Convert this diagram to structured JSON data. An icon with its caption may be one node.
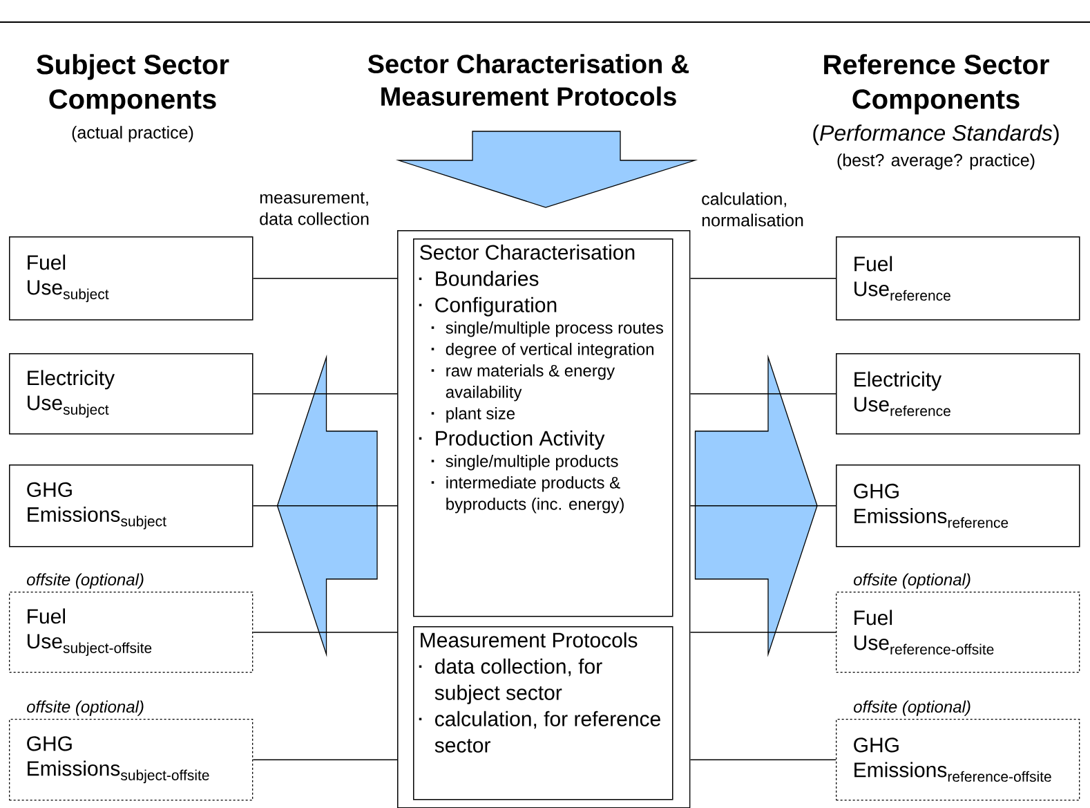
{
  "diagram": {
    "nodes": [
      {
        "text": [],
        "shape": "box"
      },
      {
        "text": [
          "Sector Characterisation",
          "Boundaries",
          "Configuration",
          "single/multiple process routes",
          "degree of vertical integration",
          "raw materials & energy availability",
          "plant size",
          "Production Activity",
          "single/multiple products",
          "intermediate products & byproducts (inc. energy)"
        ],
        "in": 0
      },
      {
        "text": [
          "Measurement Protocols",
          "data collection, for subject sector",
          "calculation, for reference sector"
        ],
        "in": 0
      },
      {
        "text": [
          "\\text{Fuel}\\allowbreak\\ \\text{Use}_{\\text{subject}}"
        ]
      },
      {
        "text": [
          "\\text{Electricity}\\allowbreak\\ \\text{Use}_{\\text{subject}}"
        ]
      },
      {
        "text": [
          "\\text{GHG}\\allowbreak\\ \\text{Emissions}_{\\text{subject}}"
        ]
      },
      {
        "text": [
          "offsite (optional)",
          "\\text{Fuel}\\allowbreak\\ \\text{Use}_{\\text{subject-offsite}}"
        ]
      },
      {
        "text": [
          "offsite (optional)",
          "\\text{GHG}\\allowbreak\\ \\text{Emissions}_{\\text{subject-offsite}}"
        ]
      },
      {
        "text": [
          "\\text{Fuel}\\allowbreak\\ \\text{Use}_{\\text{reference}}"
        ]
      },
      {
        "text": [
          "\\text{Electricity}\\allowbreak\\ \\text{Use}_{\\text{reference}}"
        ]
      },
      {
        "text": [
          "\\text{GHG}\\allowbreak\\ \\text{Emissions}_{\\text{reference}}"
        ]
      },
      {
        "text": [
          "offsite (optional)",
          "\\text{Fuel}\\allowbreak\\ \\text{Use}_{\\text{reference-offsite}}"
        ]
      },
      {
        "text": [
          "offsite (optional)",
          "\\text{GHG}\\allowbreak\\ \\text{Emissions}_{\\text{reference-offsite}}"
        ]
      }
    ],
    "edges": [
      {
        "from": 3,
        "to": 0,
        "arrow": "none"
      },
      {
        "from": 4,
        "to": 0,
        "arrow": "none"
      },
      {
        "from": 5,
        "to": 0,
        "arrow": "none"
      },
      {
        "from": 6,
        "to": 0,
        "arrow": "none"
      },
      {
        "from": 7,
        "to": 0,
        "arrow": "none"
      },
      {
        "from": 0,
        "to": 8,
        "arrow": "none"
      },
      {
        "from": 0,
        "to": 9,
        "arrow": "none"
      },
      {
        "from": 0,
        "to": 10,
        "arrow": "none"
      },
      {
        "from": 0,
        "to": 11,
        "arrow": "none"
      },
      {
        "from": 0,
        "to": 12,
        "arrow": "none"
      },
      {
        "from": 1,
        "to": 5,
        "arrow": "to",
        "style": "thick"
      },
      {
        "from": 1,
        "to": 10,
        "arrow": "to",
        "style": "thick"
      }
    ],
    "labels": [
      "Subject Sector Components",
      "(actual practice)",
      "Sector Characterisation & Measurement Protocols",
      "Reference Sector Components",
      "(*Performance Standards*)",
      "(best? average? practice)",
      "measurement, data collection",
      "calculation, normalisation"
    ]
  }
}
